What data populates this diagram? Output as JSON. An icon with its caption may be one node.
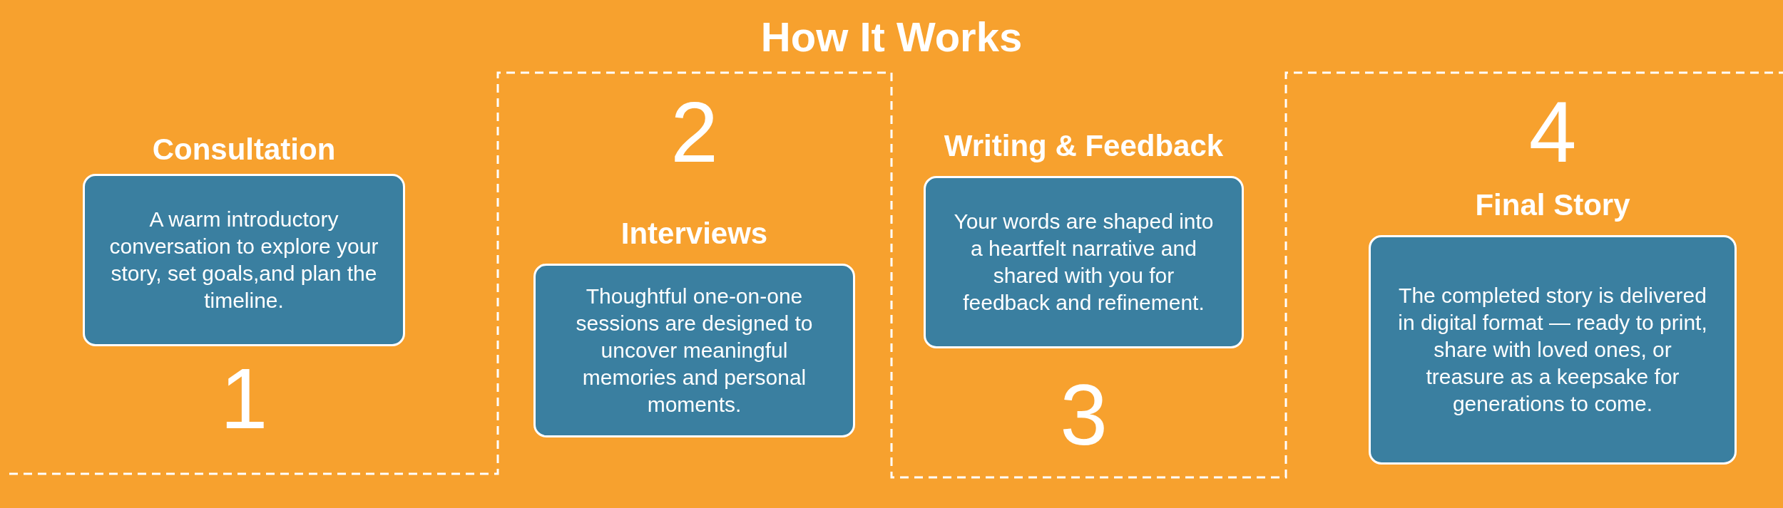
{
  "diagram": {
    "title": "How It Works",
    "nodes": [
      {
        "text": [
          "Consultation",
          "A warm introductory conversation to explore your story, set goals,and plan the timeline."
        ],
        "beside": [
          "1"
        ]
      },
      {
        "text": [
          "Interviews",
          "Thoughtful one-on-one sessions are designed to uncover meaningful memories and personal moments."
        ],
        "beside": [
          "2"
        ]
      },
      {
        "text": [
          "Writing & Feedback",
          "Your words are shaped into a heartfelt narrative and shared with you for feedback and refinement."
        ],
        "beside": [
          "3"
        ]
      },
      {
        "text": [
          "Final Story",
          "The completed story is delivered in digital format — ready to print, share with loved ones, or treasure as a keepsake for generations to come."
        ],
        "beside": [
          "4"
        ]
      }
    ],
    "edges": []
  }
}
